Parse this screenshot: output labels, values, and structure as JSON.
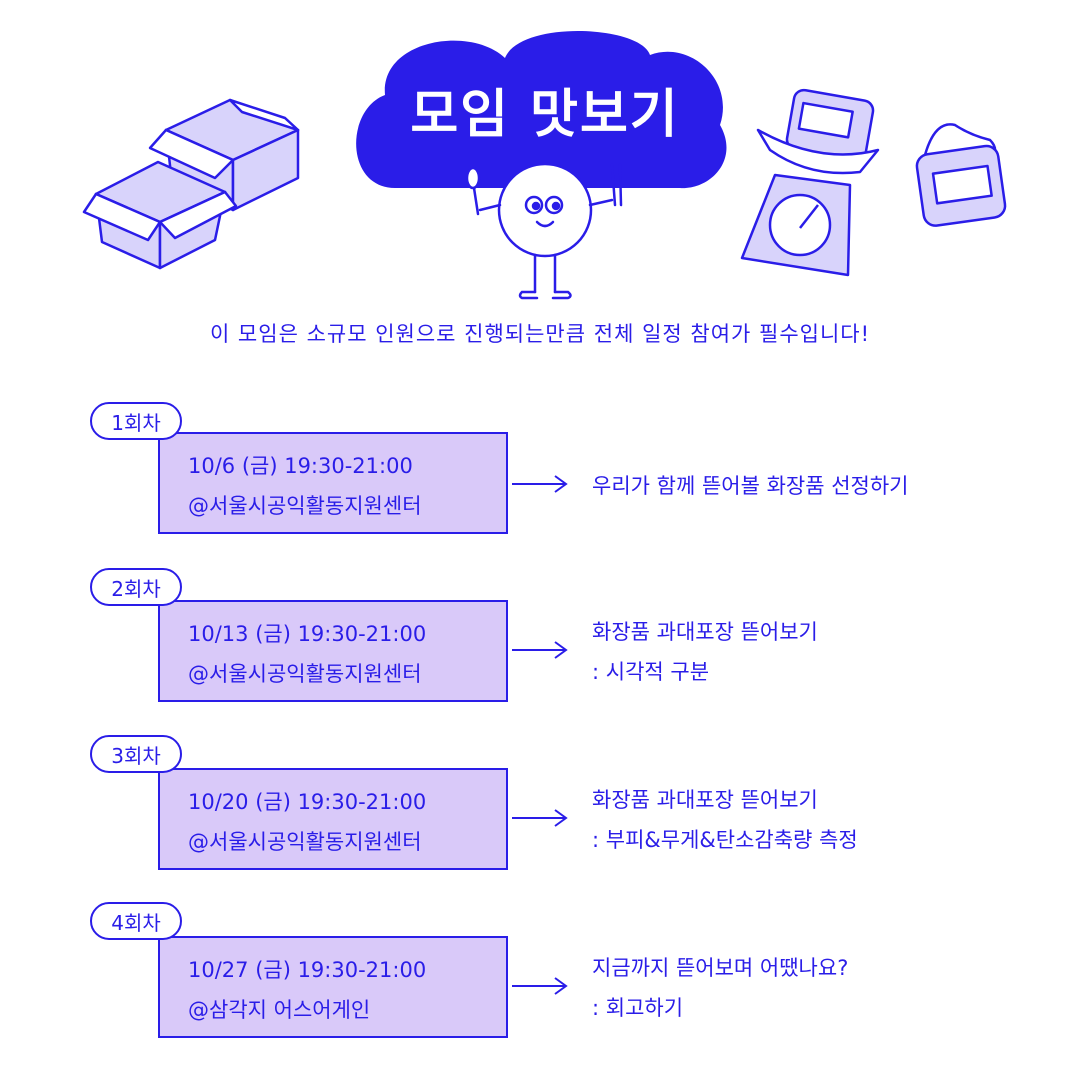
{
  "header": {
    "title": "모임 맛보기"
  },
  "notice": {
    "text": "이 모임은 소규모 인원으로 진행되는만큼 전체 일정 참여가 필수입니다!"
  },
  "colors": {
    "accent": "#2a1de8",
    "box_fill": "#d9c9f9",
    "illustration_fill": "#d8d3fb"
  },
  "sessions": [
    {
      "round": "1회차",
      "date": "10/6 (금) 19:30-21:00",
      "place": "@서울시공익활동지원센터",
      "desc1": "우리가 함께 뜯어볼 화장품 선정하기",
      "desc2": ""
    },
    {
      "round": "2회차",
      "date": "10/13 (금) 19:30-21:00",
      "place": "@서울시공익활동지원센터",
      "desc1": "화장품 과대포장 뜯어보기",
      "desc2": ": 시각적 구분"
    },
    {
      "round": "3회차",
      "date": "10/20 (금) 19:30-21:00",
      "place": "@서울시공익활동지원센터",
      "desc1": "화장품 과대포장 뜯어보기",
      "desc2": ": 부피&무게&탄소감축량 측정"
    },
    {
      "round": "4회차",
      "date": "10/27 (금) 19:30-21:00",
      "place": "@삼각지 어스어게인",
      "desc1": "지금까지 뜯어보며 어땠나요?",
      "desc2": ": 회고하기"
    }
  ]
}
